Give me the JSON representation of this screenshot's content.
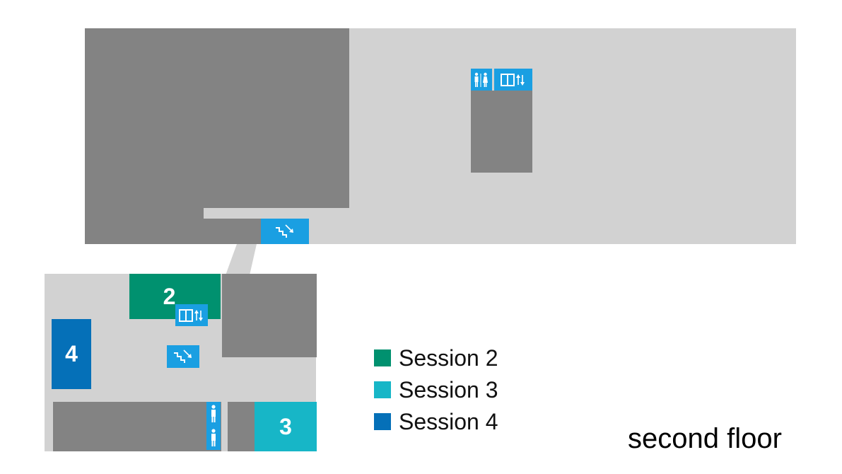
{
  "colors": {
    "corridor": "#d2d2d2",
    "block": "#838383",
    "service_icon": "#1a9fe2",
    "session_2": "#00916f",
    "session_3": "#17b6c7",
    "session_4": "#0570b8"
  },
  "rooms": {
    "room_2": "2",
    "room_3": "3",
    "room_4": "4"
  },
  "icons": {
    "restroom": "restroom-icon",
    "elevator": "elevator-icon",
    "stairs": "stairs-icon",
    "person": "person-icon"
  },
  "legend": [
    {
      "label": "Session 2",
      "color": "#00916f"
    },
    {
      "label": "Session 3",
      "color": "#17b6c7"
    },
    {
      "label": "Session 4",
      "color": "#0570b8"
    }
  ],
  "floor_label": "second floor"
}
